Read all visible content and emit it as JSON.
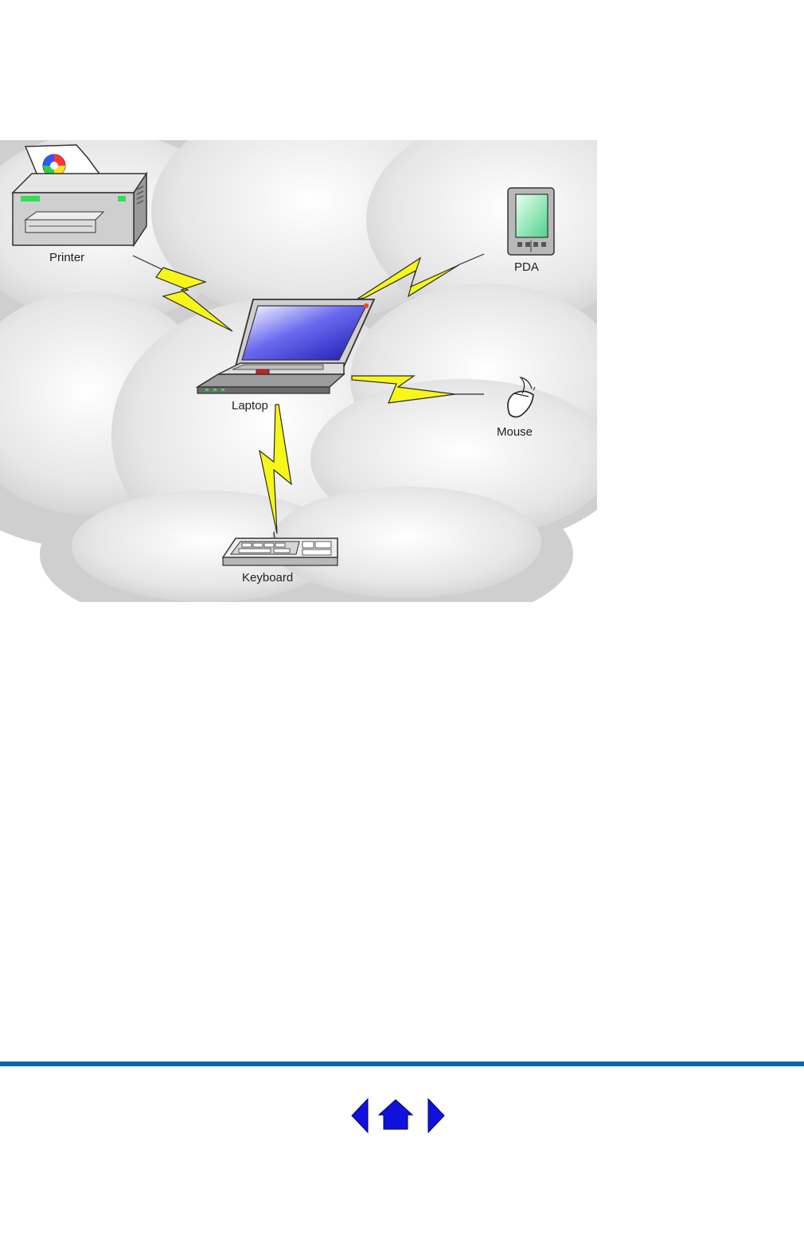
{
  "diagram": {
    "devices": [
      {
        "id": "printer",
        "label": "Printer",
        "icon": "printer-icon"
      },
      {
        "id": "pda",
        "label": "PDA",
        "icon": "pda-icon"
      },
      {
        "id": "laptop",
        "label": "Laptop",
        "icon": "laptop-icon"
      },
      {
        "id": "mouse",
        "label": "Mouse",
        "icon": "mouse-icon"
      },
      {
        "id": "keyboard",
        "label": "Keyboard",
        "icon": "keyboard-icon"
      }
    ],
    "links": [
      {
        "from": "laptop",
        "to": "printer"
      },
      {
        "from": "laptop",
        "to": "pda"
      },
      {
        "from": "laptop",
        "to": "mouse"
      },
      {
        "from": "laptop",
        "to": "keyboard"
      }
    ],
    "link_style": "wireless-lightning"
  },
  "footer": {
    "nav": [
      {
        "id": "prev",
        "icon": "arrow-left-icon"
      },
      {
        "id": "home",
        "icon": "home-icon"
      },
      {
        "id": "next",
        "icon": "arrow-right-icon"
      }
    ]
  },
  "colors": {
    "rule": "#0066b3",
    "nav_icon": "#1111dd",
    "lightning": "#f6f61a",
    "cloud": "#d2d2d2"
  }
}
